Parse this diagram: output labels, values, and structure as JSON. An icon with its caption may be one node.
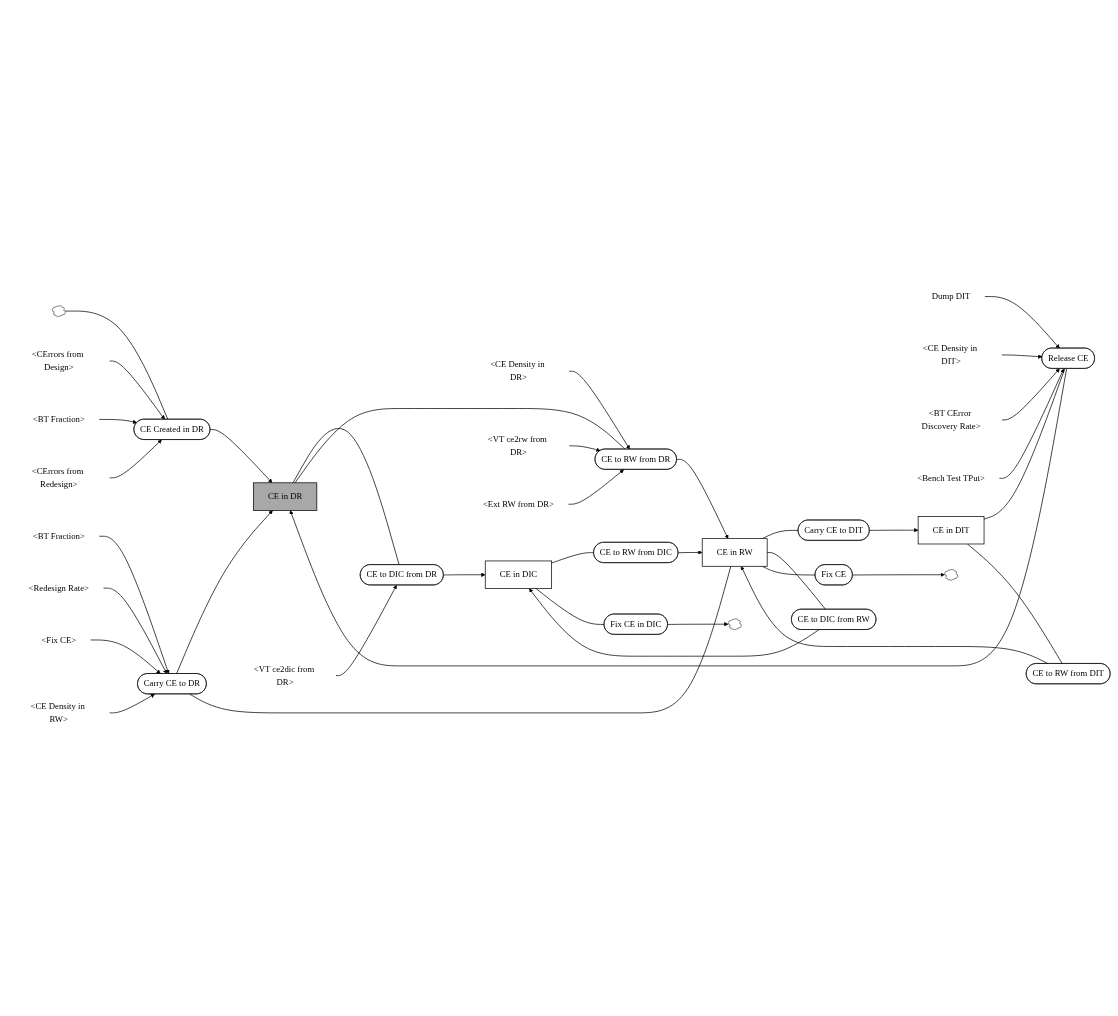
{
  "diagram": {
    "nodes": [
      {
        "text": [
          "Dump DIT"
        ]
      },
      {
        "text": [
          "<CErrors from Design>"
        ]
      },
      {
        "text": [
          "<CErrors from Redesign>"
        ]
      },
      {
        "text": [
          "<CE Density in DIT>"
        ]
      },
      {
        "text": [
          "<BT Fraction>"
        ]
      },
      {
        "text": [
          "<BT CError Discovery Rate>"
        ]
      },
      {
        "text": [
          "<Bench Test TPut>"
        ]
      },
      {
        "text": [
          "<CE Density in DR>"
        ]
      },
      {
        "text": [
          "CE Created in DR"
        ]
      },
      {
        "text": [],
        "shape": "cloud"
      },
      {
        "text": [
          "CE in DIT"
        ]
      },
      {
        "text": [
          "Release CE"
        ]
      },
      {
        "text": [
          "CE in DR"
        ]
      },
      {
        "text": [
          "CE to RW from DIT"
        ]
      },
      {
        "text": [
          "<VT ce2dic from DR>"
        ]
      },
      {
        "text": [
          "CE to DIC from DR"
        ]
      },
      {
        "text": [
          "Carry CE to DIT"
        ]
      },
      {
        "text": [
          "CE to RW from DR"
        ]
      },
      {
        "text": [
          "CE to DIC from RW"
        ]
      },
      {
        "text": [
          "CE in RW"
        ]
      },
      {
        "text": [
          "CE in DIC"
        ]
      },
      {
        "text": [
          "CE to RW from DIC"
        ]
      },
      {
        "text": [
          "Fix CE in DIC"
        ]
      },
      {
        "text": [
          "Fix CE"
        ]
      },
      {
        "text": [],
        "shape": "cloud"
      },
      {
        "text": [
          "<VT ce2rw from DR>"
        ]
      },
      {
        "text": [],
        "shape": "cloud"
      },
      {
        "text": [
          "<Ext RW from DR>"
        ]
      },
      {
        "text": [
          "Carry CE to DR"
        ]
      },
      {
        "text": [
          "<BT Fraction>"
        ]
      },
      {
        "text": [
          "<Redesign Rate>"
        ]
      },
      {
        "text": [
          "<Fix CE>"
        ]
      },
      {
        "text": [
          "<CE Density in RW>"
        ]
      }
    ],
    "edges": [
      {
        "from": 10,
        "to": 11,
        "arrow": "none"
      },
      {
        "from": 11,
        "to": 12,
        "arrow": "to"
      },
      {
        "from": 9,
        "to": 8,
        "arrow": "none"
      },
      {
        "from": 8,
        "to": 12,
        "arrow": "to"
      },
      {
        "from": 10,
        "to": 13,
        "arrow": "none"
      },
      {
        "from": 13,
        "to": 19,
        "arrow": "to"
      },
      {
        "from": 19,
        "to": 16,
        "arrow": "none"
      },
      {
        "from": 16,
        "to": 10,
        "arrow": "to"
      },
      {
        "from": 12,
        "to": 15,
        "arrow": "none"
      },
      {
        "from": 15,
        "to": 20,
        "arrow": "to"
      },
      {
        "from": 19,
        "to": 18,
        "arrow": "none"
      },
      {
        "from": 18,
        "to": 20,
        "arrow": "to"
      },
      {
        "from": 20,
        "to": 21,
        "arrow": "none"
      },
      {
        "from": 21,
        "to": 19,
        "arrow": "to"
      },
      {
        "from": 20,
        "to": 22,
        "arrow": "none"
      },
      {
        "from": 22,
        "to": 24,
        "arrow": "to"
      },
      {
        "from": 19,
        "to": 23,
        "arrow": "none"
      },
      {
        "from": 23,
        "to": 26,
        "arrow": "to"
      },
      {
        "from": 12,
        "to": 17,
        "arrow": "none"
      },
      {
        "from": 17,
        "to": 19,
        "arrow": "to"
      },
      {
        "from": 19,
        "to": 28,
        "arrow": "none"
      },
      {
        "from": 28,
        "to": 12,
        "arrow": "to"
      },
      {
        "from": 0,
        "to": 11,
        "arrow": "to"
      },
      {
        "from": 5,
        "to": 11,
        "arrow": "to"
      },
      {
        "from": 3,
        "to": 11,
        "arrow": "to"
      },
      {
        "from": 6,
        "to": 11,
        "arrow": "to"
      },
      {
        "from": 1,
        "to": 8,
        "arrow": "to"
      },
      {
        "from": 4,
        "to": 8,
        "arrow": "to"
      },
      {
        "from": 2,
        "to": 8,
        "arrow": "to"
      },
      {
        "from": 7,
        "to": 17,
        "arrow": "to"
      },
      {
        "from": 14,
        "to": 15,
        "arrow": "to"
      },
      {
        "from": 25,
        "to": 17,
        "arrow": "to"
      },
      {
        "from": 27,
        "to": 17,
        "arrow": "to"
      },
      {
        "from": 29,
        "to": 28,
        "arrow": "to"
      },
      {
        "from": 30,
        "to": 28,
        "arrow": "to"
      },
      {
        "from": 31,
        "to": 28,
        "arrow": "to"
      },
      {
        "from": 32,
        "to": 28,
        "arrow": "to"
      }
    ]
  }
}
